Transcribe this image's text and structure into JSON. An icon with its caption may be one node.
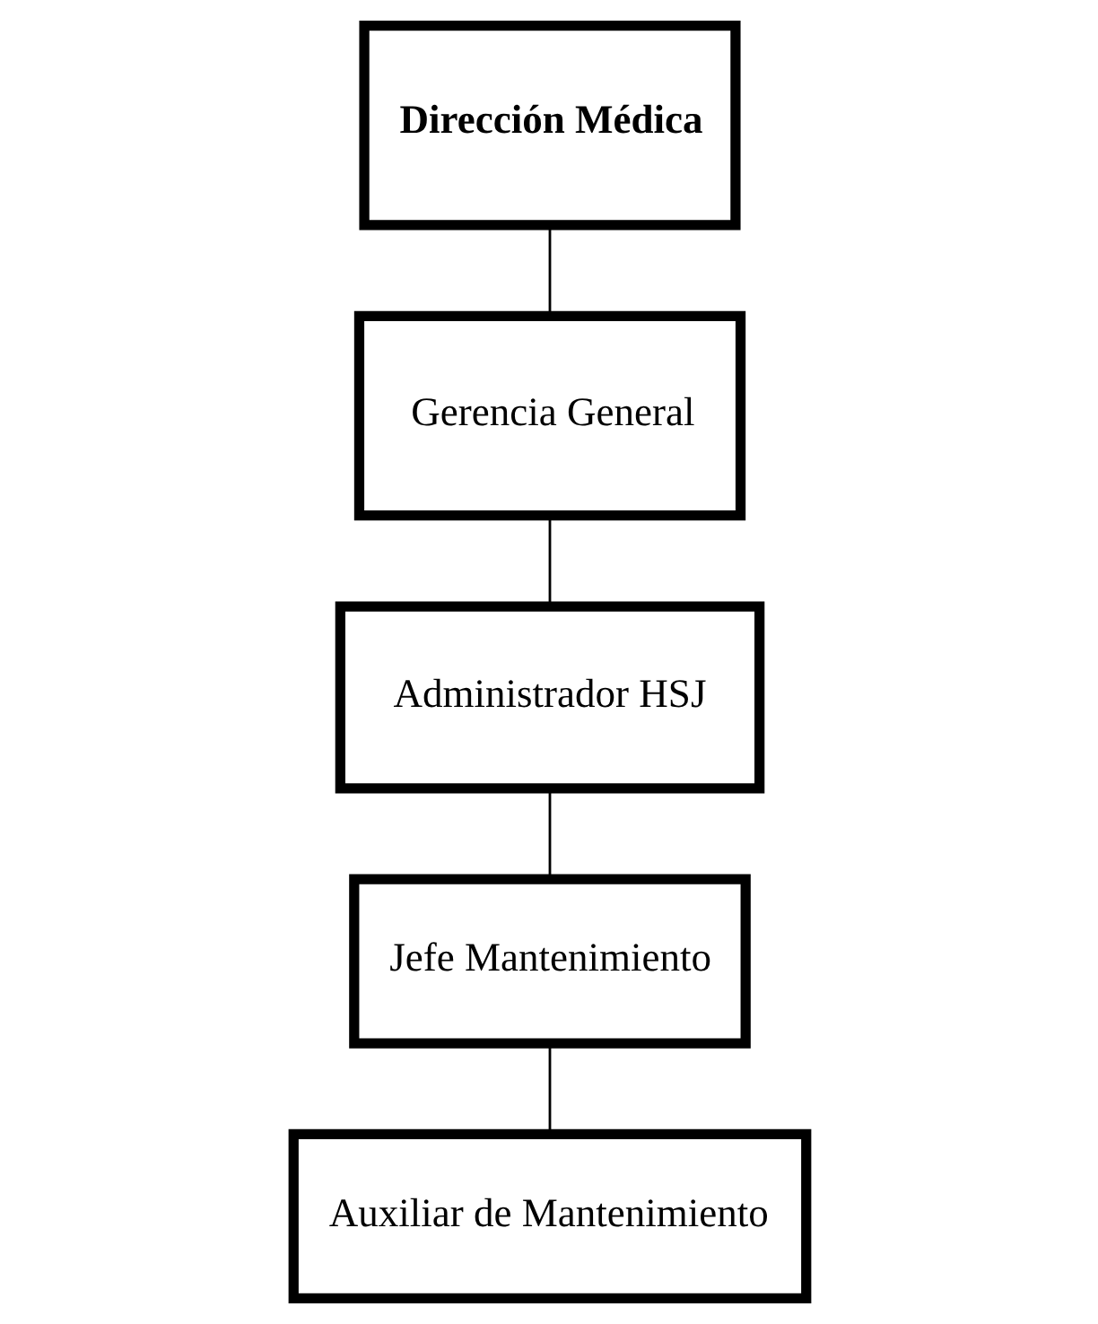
{
  "diagram": {
    "nodes": [
      {
        "text": [
          "Dirección Médica"
        ]
      },
      {
        "text": [
          "Gerencia General"
        ]
      },
      {
        "text": [
          "Administrador HSJ"
        ]
      },
      {
        "text": [
          "Jefe Mantenimiento"
        ]
      },
      {
        "text": [
          "Auxiliar de Mantenimiento"
        ]
      }
    ],
    "edges": [
      {
        "from": 0,
        "to": 1,
        "arrow": "none"
      },
      {
        "from": 1,
        "to": 2,
        "arrow": "none"
      },
      {
        "from": 2,
        "to": 3,
        "arrow": "none"
      },
      {
        "from": 3,
        "to": 4,
        "arrow": "none"
      }
    ]
  }
}
